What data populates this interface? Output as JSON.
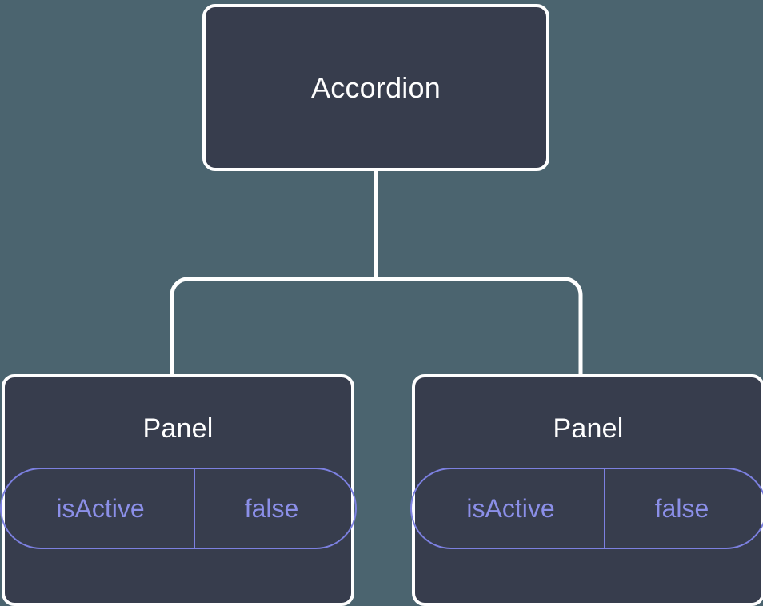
{
  "canvas": {
    "background_color": "#4b646f",
    "node_fill_color": "#373d4d",
    "node_border_color": "#ffffff",
    "connector_color": "#ffffff",
    "accent_color": "#8b8fe8",
    "title_text_color": "#ffffff"
  },
  "tree": {
    "root": {
      "label": "Accordion"
    },
    "children": [
      {
        "label": "Panel",
        "props": [
          {
            "key": "isActive",
            "value": "false"
          }
        ]
      },
      {
        "label": "Panel",
        "props": [
          {
            "key": "isActive",
            "value": "false"
          }
        ]
      }
    ]
  }
}
